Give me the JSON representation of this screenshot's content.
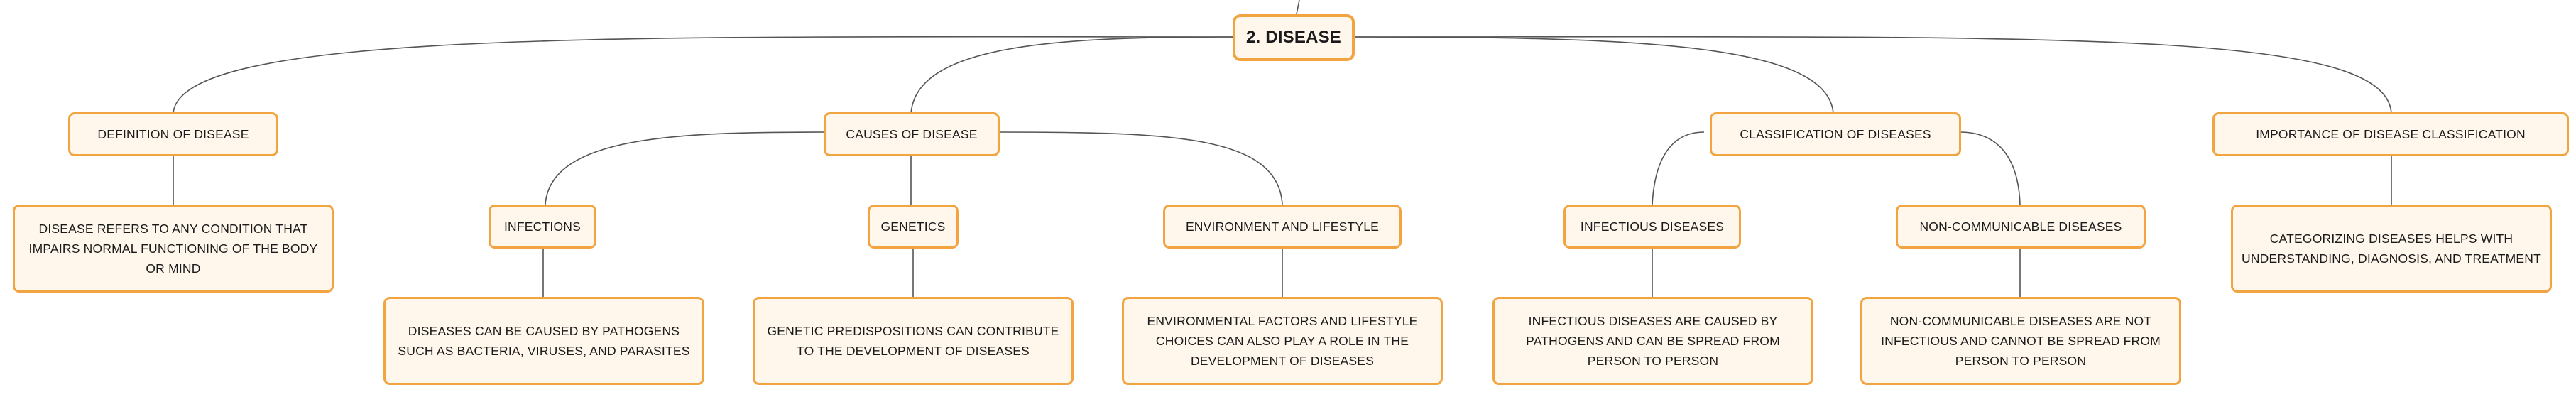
{
  "root": {
    "label": "2. DISEASE"
  },
  "branches": [
    {
      "label": "DEFINITION OF DISEASE",
      "children": [
        {
          "label": "DISEASE REFERS TO ANY CONDITION THAT IMPAIRS NORMAL FUNCTIONING OF THE BODY OR MIND"
        }
      ]
    },
    {
      "label": "CAUSES OF DISEASE",
      "children": [
        {
          "label": "INFECTIONS",
          "detail": "DISEASES CAN BE CAUSED BY PATHOGENS SUCH AS BACTERIA, VIRUSES, AND PARASITES"
        },
        {
          "label": "GENETICS",
          "detail": "GENETIC PREDISPOSITIONS CAN CONTRIBUTE TO THE DEVELOPMENT OF DISEASES"
        },
        {
          "label": "ENVIRONMENT AND LIFESTYLE",
          "detail": "ENVIRONMENTAL FACTORS AND LIFESTYLE CHOICES CAN ALSO PLAY A ROLE IN THE DEVELOPMENT OF DISEASES"
        }
      ]
    },
    {
      "label": "CLASSIFICATION OF DISEASES",
      "children": [
        {
          "label": "INFECTIOUS DISEASES",
          "detail": "INFECTIOUS DISEASES ARE CAUSED BY PATHOGENS AND CAN BE SPREAD FROM PERSON TO PERSON"
        },
        {
          "label": "NON-COMMUNICABLE DISEASES",
          "detail": "NON-COMMUNICABLE DISEASES ARE NOT INFECTIOUS AND CANNOT BE SPREAD FROM PERSON TO PERSON"
        }
      ]
    },
    {
      "label": "IMPORTANCE OF DISEASE CLASSIFICATION",
      "children": [
        {
          "label": "CATEGORIZING DISEASES HELPS WITH UNDERSTANDING, DIAGNOSIS, AND TREATMENT"
        }
      ]
    }
  ],
  "colors": {
    "node_fill": "#fff6ec",
    "node_border": "#f2a441",
    "connector": "#555555",
    "text": "#1a1a1a"
  }
}
